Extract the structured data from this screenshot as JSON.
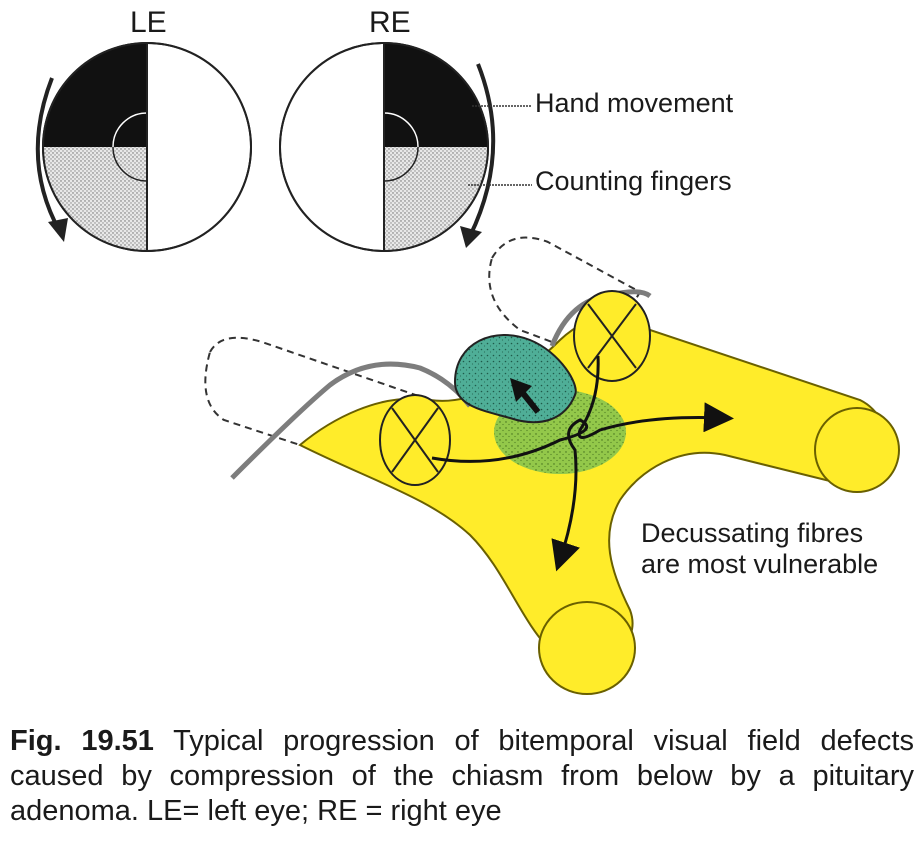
{
  "labels": {
    "left_eye": "LE",
    "right_eye": "RE",
    "hand_movement": "Hand movement",
    "counting_fingers": "Counting fingers",
    "decussating_line1": "Decussating fibres",
    "decussating_line2": "are most vulnerable"
  },
  "caption": {
    "fig_number": "Fig. 19.51",
    "text": "Typical progression of bitemporal visual field defects caused by compression of the chiasm from below by a pituitary adenoma. LE= left eye; RE = right eye"
  },
  "colors": {
    "nerve_yellow": "#ffec2a",
    "adenoma_teal": "#4fae97",
    "compression_green": "#8cc63f",
    "defect_black": "#111111",
    "defect_stipple": "#cfcfcf"
  }
}
